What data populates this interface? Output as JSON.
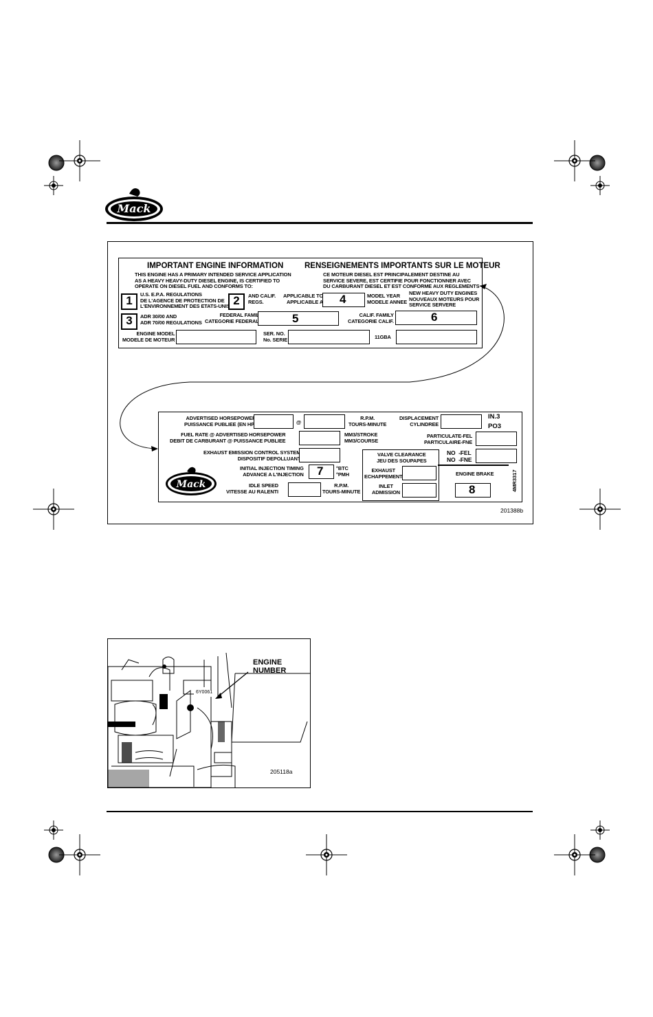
{
  "label_top": {
    "header_en": "IMPORTANT ENGINE INFORMATION",
    "header_fr": "RENSEIGNEMENTS IMPORTANTS SUR LE MOTEUR",
    "intro_en": "THIS ENGINE HAS A PRIMARY INTENDED SERVICE APPLICATION\nAS A HEAVY HEAVY-DUTY DIESEL ENGINE, IS CERTIFIED TO\nOPERATE ON DIESEL FUEL AND CONFORMS TO:",
    "intro_fr": "CE MOTEUR DIESEL EST PRINCIPALEMENT DESTINE AU\nSERVICE SEVERE, EST CERTIFIE POUR FONCTIONNER AVEC\nDU CARBURANT DIESEL ET EST CONFORME AUX REGLEMENTS",
    "epa": "U.S. E.P.A. REGULATIONS\nDE L'AGENCE DE PROTECTION DE\nL'ENVIRONNEMENT DES ETATS-UNIS",
    "calif_regs": "AND CALIF.\nREGS.",
    "applicable": "APPLICABLE TO\nAPPLICABLE A",
    "model_year": "MODEL YEAR\nMODELE ANNEE",
    "new_hd": "NEW HEAVY DUTY ENGINES\nNOUVEAUX MOTEURS POUR\nSERVICE SERVERE",
    "adr": "ADR 30/00 AND\nADR 70/00 REGULATIONS",
    "federal_family": "FEDERAL FAMILY\nCATEGORIE FEDERALE",
    "calif_family": "CALIF. FAMILY\nCATEGORIE CALIF.",
    "engine_model": "ENGINE MODEL\nMODELE DE MOTEUR",
    "ser_no": "SER. NO.\nNo. SERIE",
    "code": "11GBA",
    "n1": "1",
    "n2": "2",
    "n3": "3",
    "n4": "4",
    "n5": "5",
    "n6": "6"
  },
  "label_bottom": {
    "adv_hp": "ADVERTISED HORSEPOWER\nPUISSANCE PUBLIEE (EN HP)",
    "at": "@",
    "rpm": "R.P.M.\nTOURS-MINUTE",
    "displacement": "DISPLACEMENT\nCYLINDREE",
    "in3": "IN.3",
    "po3": "PO3",
    "fuel_rate": "FUEL RATE @ ADVERTISED HORSEPOWER\nDEBIT DE CARBURANT @ PUISSANCE PUBLIEE",
    "mm_stroke": "MM3/STROKE\nMM3/COURSE",
    "particulate": "PARTICULATE-FEL\nPARTICULAIRE-FNE",
    "exhaust_emission": "EXHAUST EMISSION CONTROL SYSTEM\nDISPOSITIF DEPOLLUANT",
    "valve_clearance": "VALVE CLEARANCE\nJEU DES SOUPAPES",
    "no_fel": "NO  -FEL\nNO  -FNE",
    "injection_timing": "INITIAL INJECTION TIMING\nADVANCE A L'INJECTION",
    "btc": "°BTC\n°PMH",
    "exhaust": "EXHAUST\nECHAPPEMENT",
    "engine_brake": "ENGINE BRAKE",
    "idle_speed": "IDLE SPEED\nVITESSE AU RALENTI",
    "rpm2": "R.P.M.\nTOURS-MINUTE",
    "inlet": "INLET\nADMISSION",
    "part_no": "4MR3317",
    "n7": "7",
    "n8": "8"
  },
  "figure1_id": "201388b",
  "figure2": {
    "callout": "ENGINE\nNUMBER",
    "serial": "6Y0061",
    "id": "205118a"
  },
  "logo": {
    "text": "Mack"
  }
}
